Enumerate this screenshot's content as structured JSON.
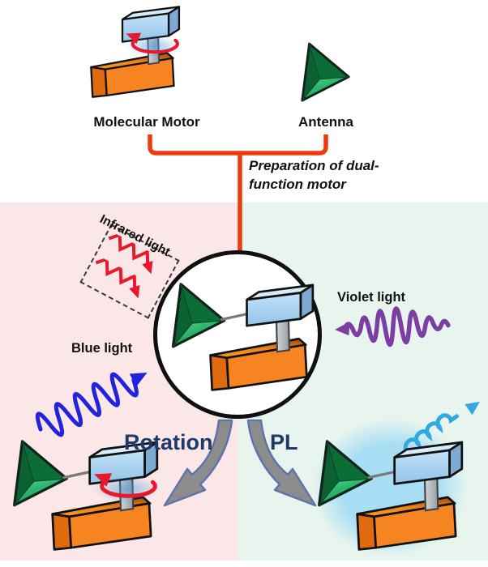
{
  "top": {
    "molecular_motor_label": "Molecular Motor",
    "antenna_label": "Antenna",
    "preparation_line1": "Preparation of dual-",
    "preparation_line2": "function motor"
  },
  "lights": {
    "infrared_label": "Infrared light",
    "blue_label": "Blue light",
    "violet_label": "Violet light"
  },
  "outputs": {
    "rotation_label": "Rotation",
    "pl_label": "PL"
  },
  "colors": {
    "left_panel": "#fbe7e7",
    "right_panel": "#e8f5ef",
    "bracket": "#ee3b0e",
    "infrared_arrow": "#e8192c",
    "rotation_arrow": "#e8192c",
    "blue_light": "#2323dd",
    "violet_light": "#7b3fa3",
    "pl_emission": "#2fa9e0",
    "pl_glow": "#a8def3",
    "output_text": "#1e3a68",
    "output_arrow_fill": "#8c8c8c",
    "output_arrow_stroke": "#5f74a8",
    "motor_base_orange": "#f68521",
    "motor_rotor_blue": "#aad6f2",
    "antenna_green": "#0f8f47"
  }
}
